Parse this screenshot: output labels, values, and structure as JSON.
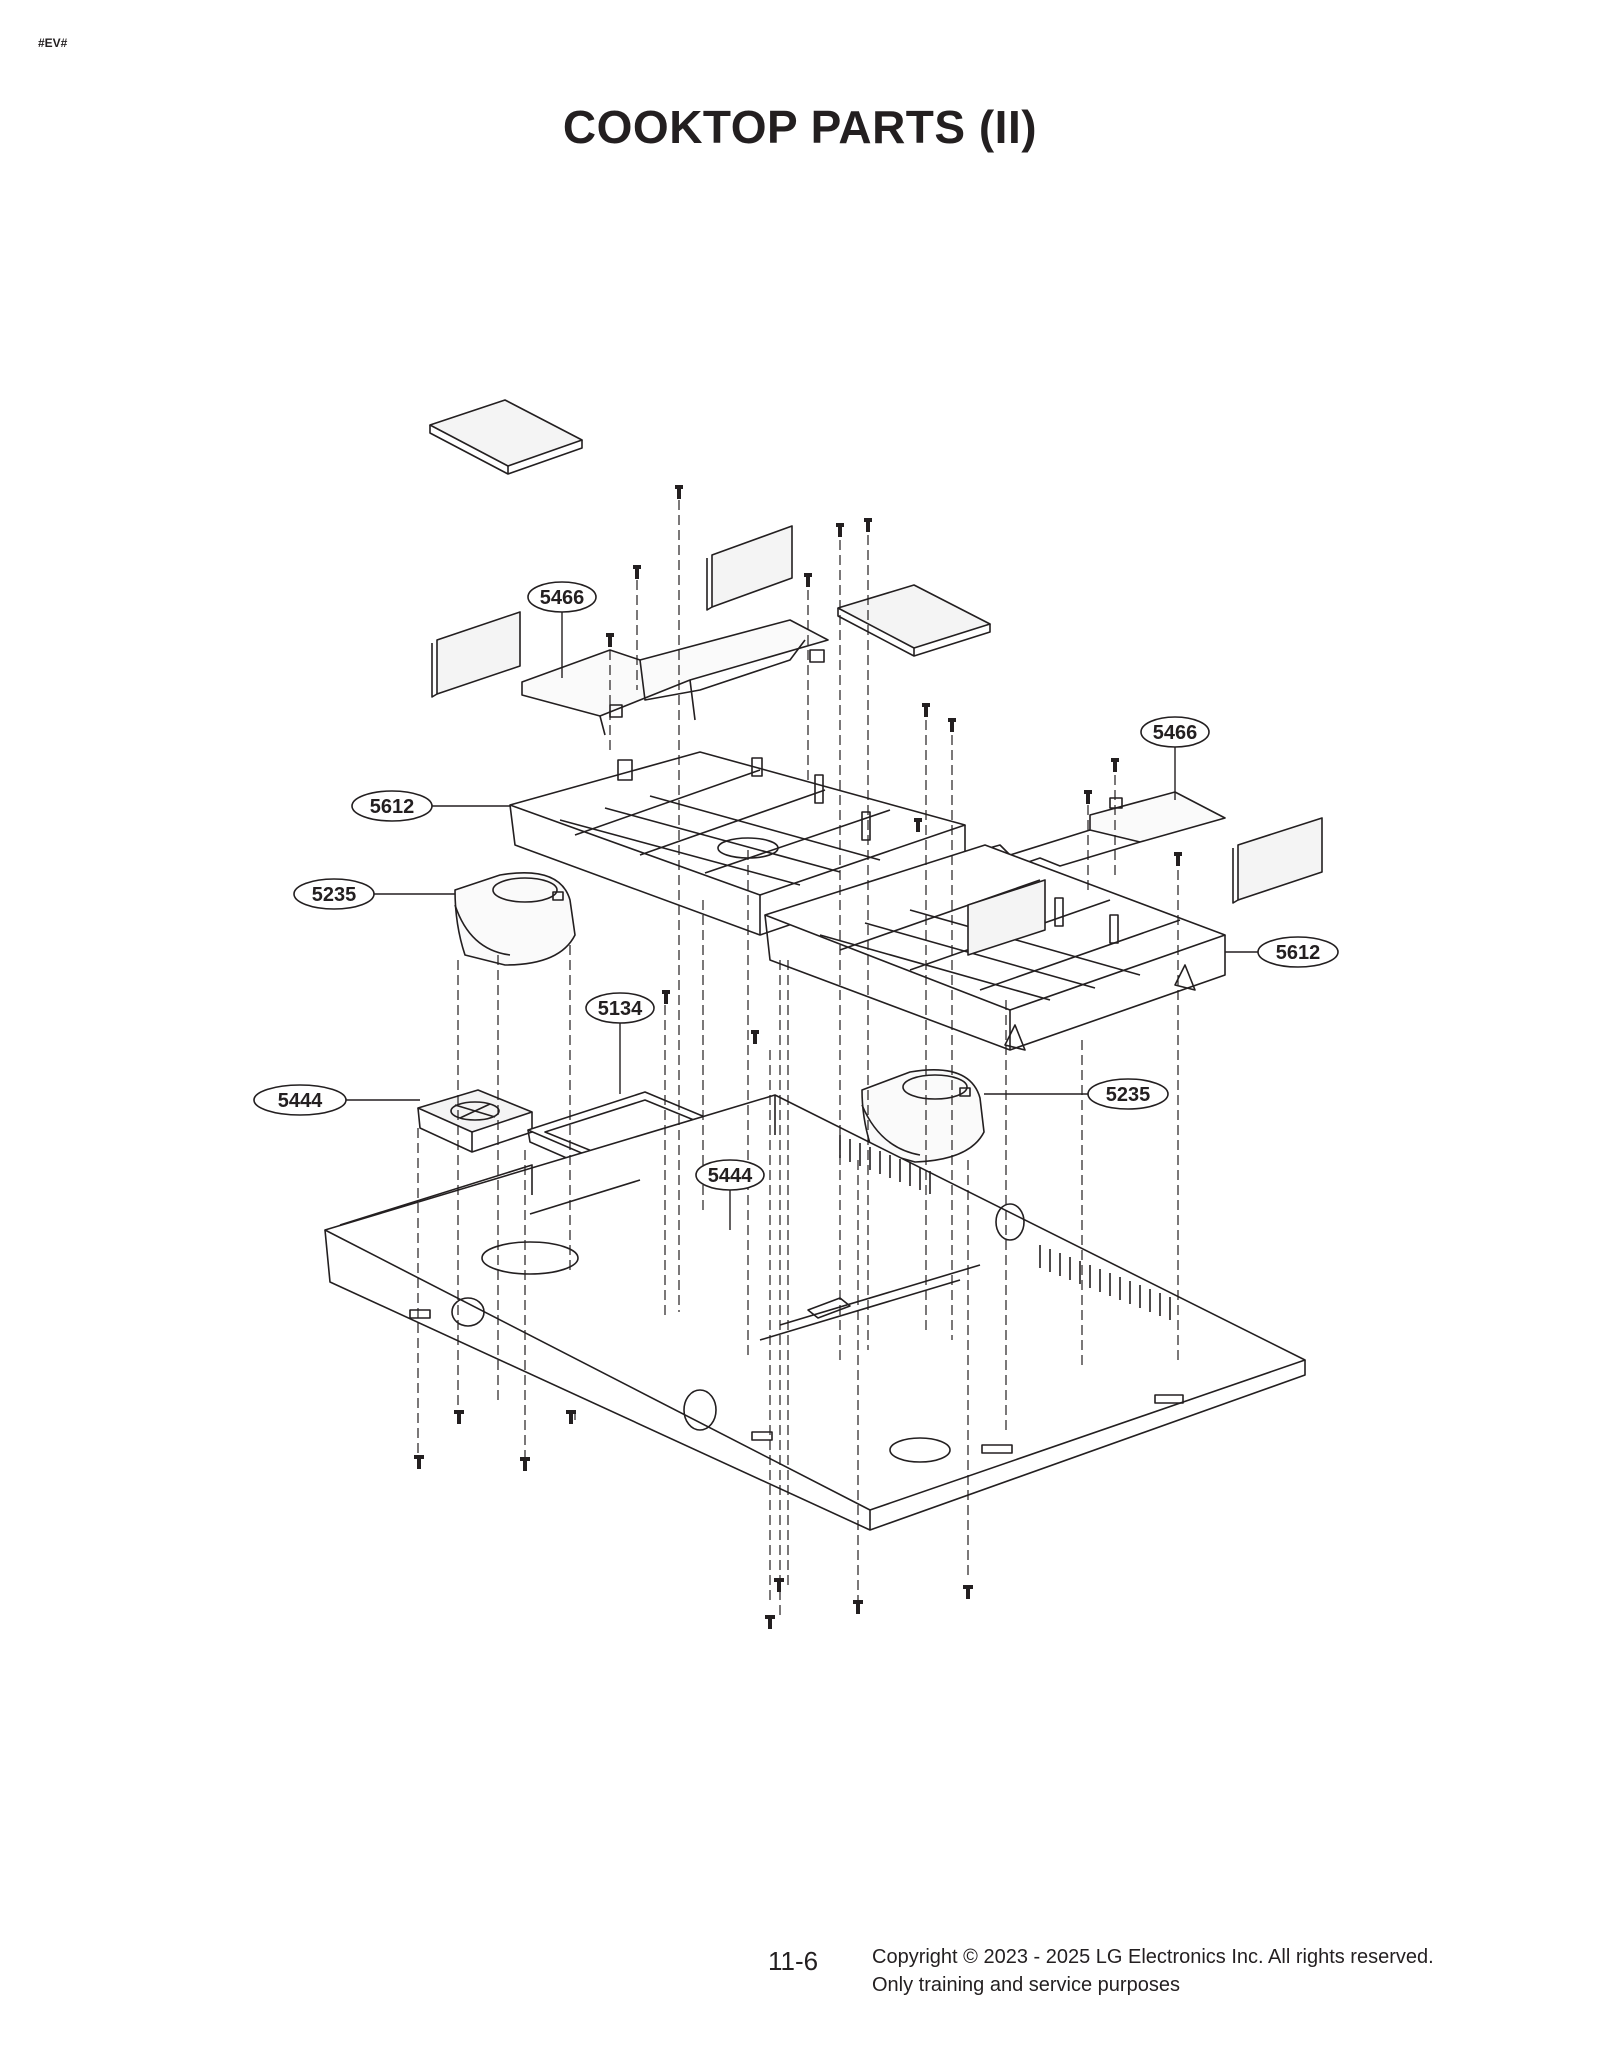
{
  "header": {
    "tag": "#EV#",
    "title": "COOKTOP PARTS (II)"
  },
  "callouts": {
    "c5466_left": "5466",
    "c5466_right": "5466",
    "c5612_left": "5612",
    "c5612_right": "5612",
    "c5235_left": "5235",
    "c5235_right": "5235",
    "c5134": "5134",
    "c5444_left": "5444",
    "c5444_center": "5444"
  },
  "footer": {
    "page_number": "11-6",
    "copyright": "Copyright © 2023 - 2025 LG Electronics Inc. All rights reserved.",
    "note": "Only training and service purposes"
  }
}
